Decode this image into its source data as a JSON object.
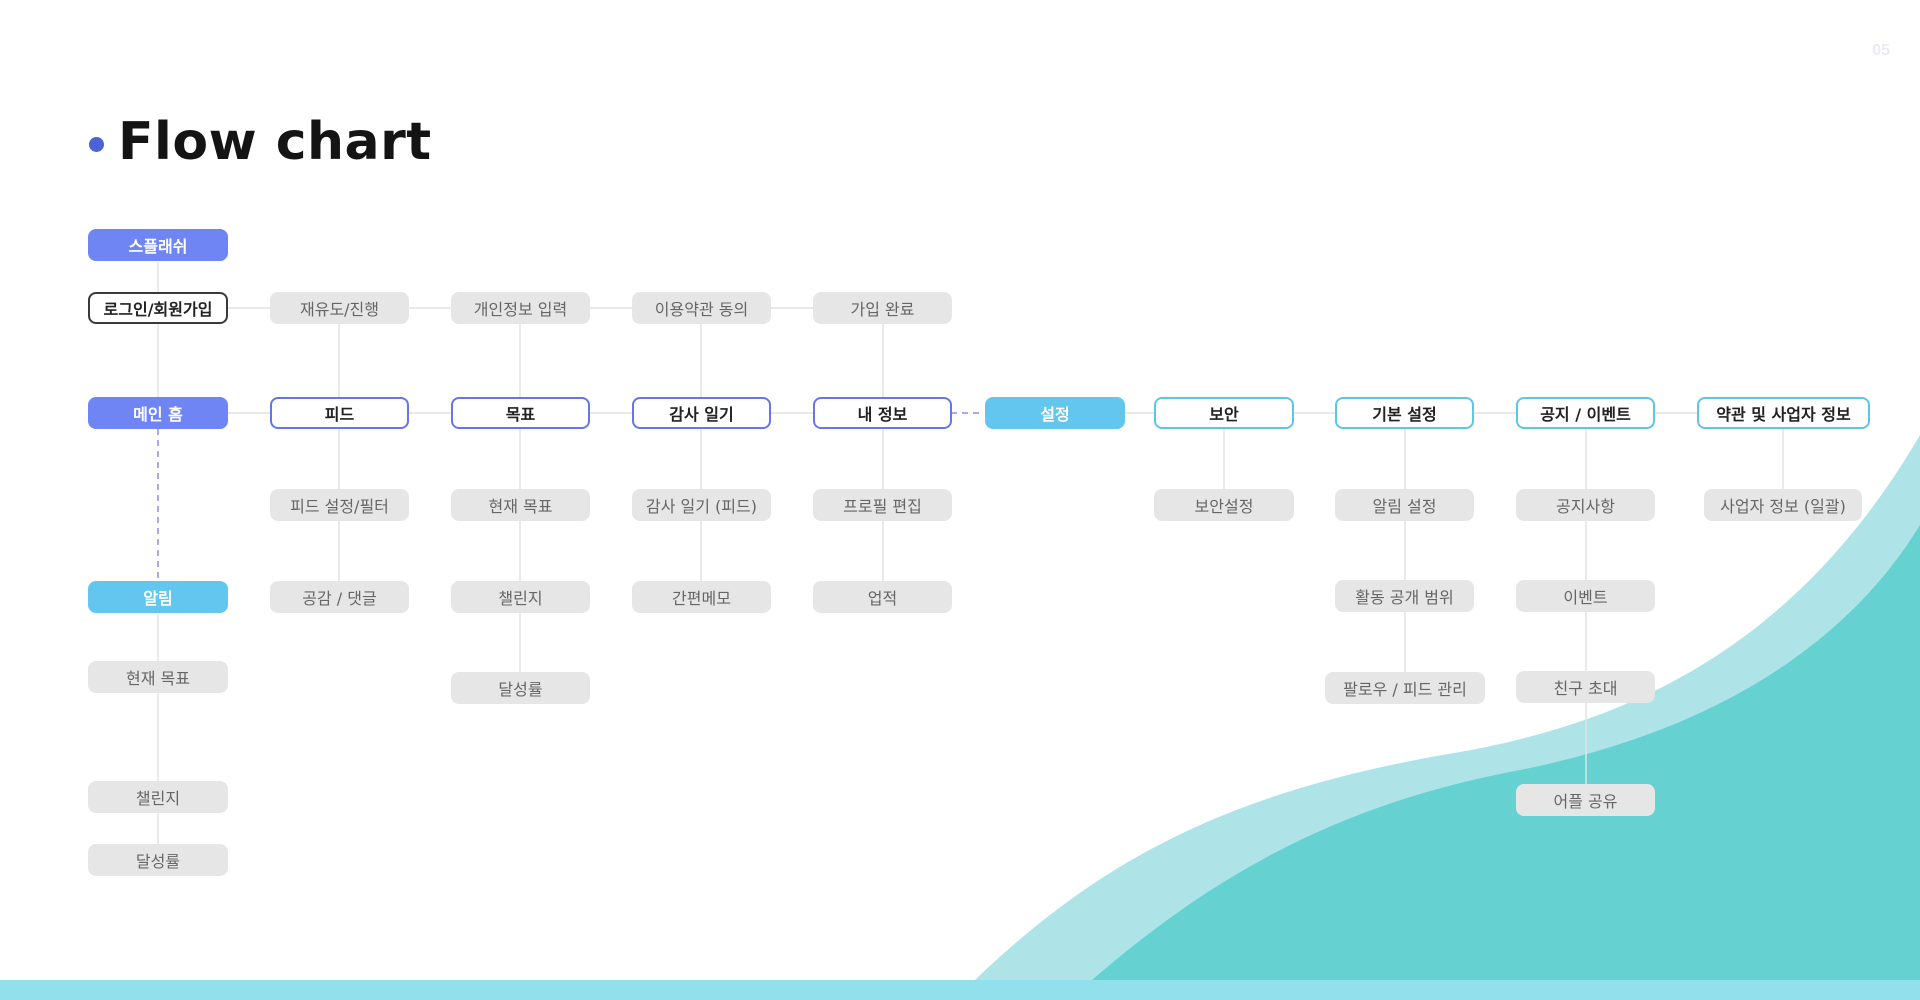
{
  "page_number": "05",
  "title": "Flow chart",
  "colors": {
    "accent_dot": "#4a63d6",
    "start_node": "#6f85f3",
    "primary_border": "#6577e6",
    "secondary_fill": "#63c6ef",
    "secondary_border": "#5cc6e6",
    "gray_node": "#e6e6e6",
    "wave_light": "#aee4e8",
    "wave_dark": "#66d1d1",
    "footer_bar": "#91e0ec"
  },
  "nodes": {
    "splash": "스플래쉬",
    "login": "로그인/회원가입",
    "reintro": "재유도/진행",
    "personal_info": "개인정보 입력",
    "terms_agree": "이용약관 동의",
    "signup_done": "가입 완료",
    "main_home": "메인 홈",
    "feed": "피드",
    "goal": "목표",
    "gratitude_diary": "감사 일기",
    "my_info": "내 정보",
    "settings": "설정",
    "security": "보안",
    "basic_settings": "기본 설정",
    "notice_event": "공지 / 이벤트",
    "terms_business": "약관 및 사업자 정보",
    "feed_filter": "피드 설정/필터",
    "current_goal": "현재 목표",
    "gratitude_feed": "감사 일기 (피드)",
    "profile_edit": "프로필 편집",
    "security_settings": "보안설정",
    "alarm_settings": "알림 설정",
    "notice": "공지사항",
    "business_info": "사업자 정보 (일괄)",
    "empathy_comment": "공감 / 댓글",
    "challenge": "챌린지",
    "quick_memo": "간편메모",
    "achievement": "업적",
    "activity_scope": "활동 공개 범위",
    "event": "이벤트",
    "alarm": "알림",
    "achievement_rate": "달성률",
    "follow_feed": "팔로우 / 피드 관리",
    "friend_invite": "친구 초대",
    "home_current_goal": "현재 목표",
    "home_challenge": "챌린지",
    "home_achievement_rate": "달성률",
    "app_share": "어플 공유"
  }
}
